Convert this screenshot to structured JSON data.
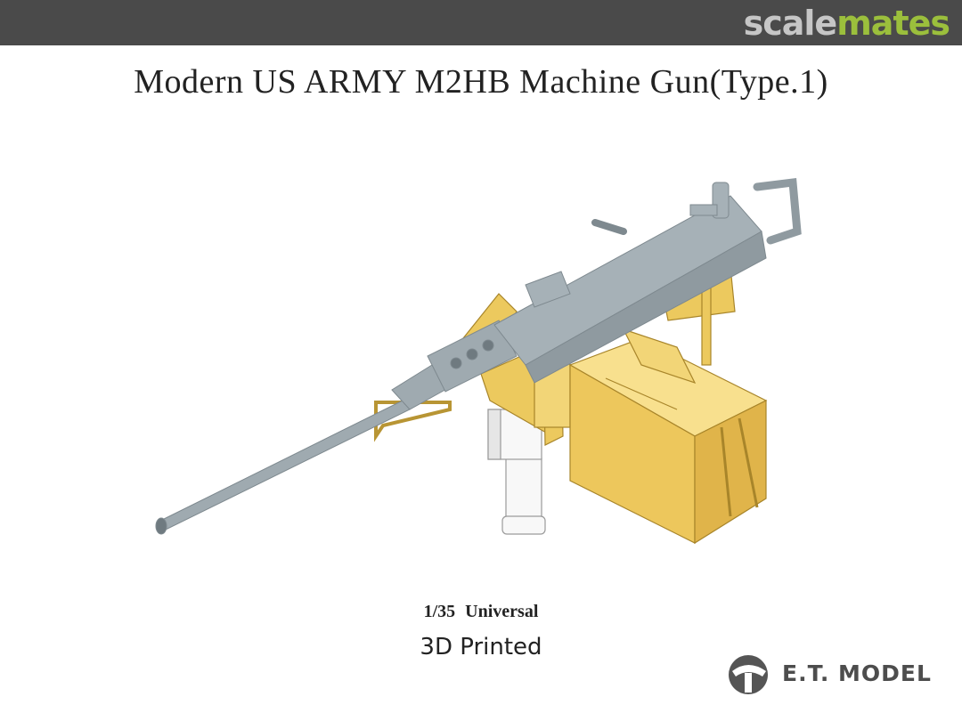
{
  "header": {
    "brand_part1": "scale",
    "brand_part2": "mates"
  },
  "title": "Modern US ARMY M2HB Machine Gun(Type.1)",
  "product_image": {
    "subject": "M2HB machine gun render"
  },
  "scale_text": "1/35 Universal",
  "process_text": "3D Printed",
  "maker": {
    "name": "E.T. MODEL",
    "logo": "et-model-logo-icon"
  },
  "colors": {
    "bar": "#4a4a4a",
    "accent": "#9bbf3c",
    "gun_grey": "#9faab0",
    "brass": "#e8c65a"
  }
}
